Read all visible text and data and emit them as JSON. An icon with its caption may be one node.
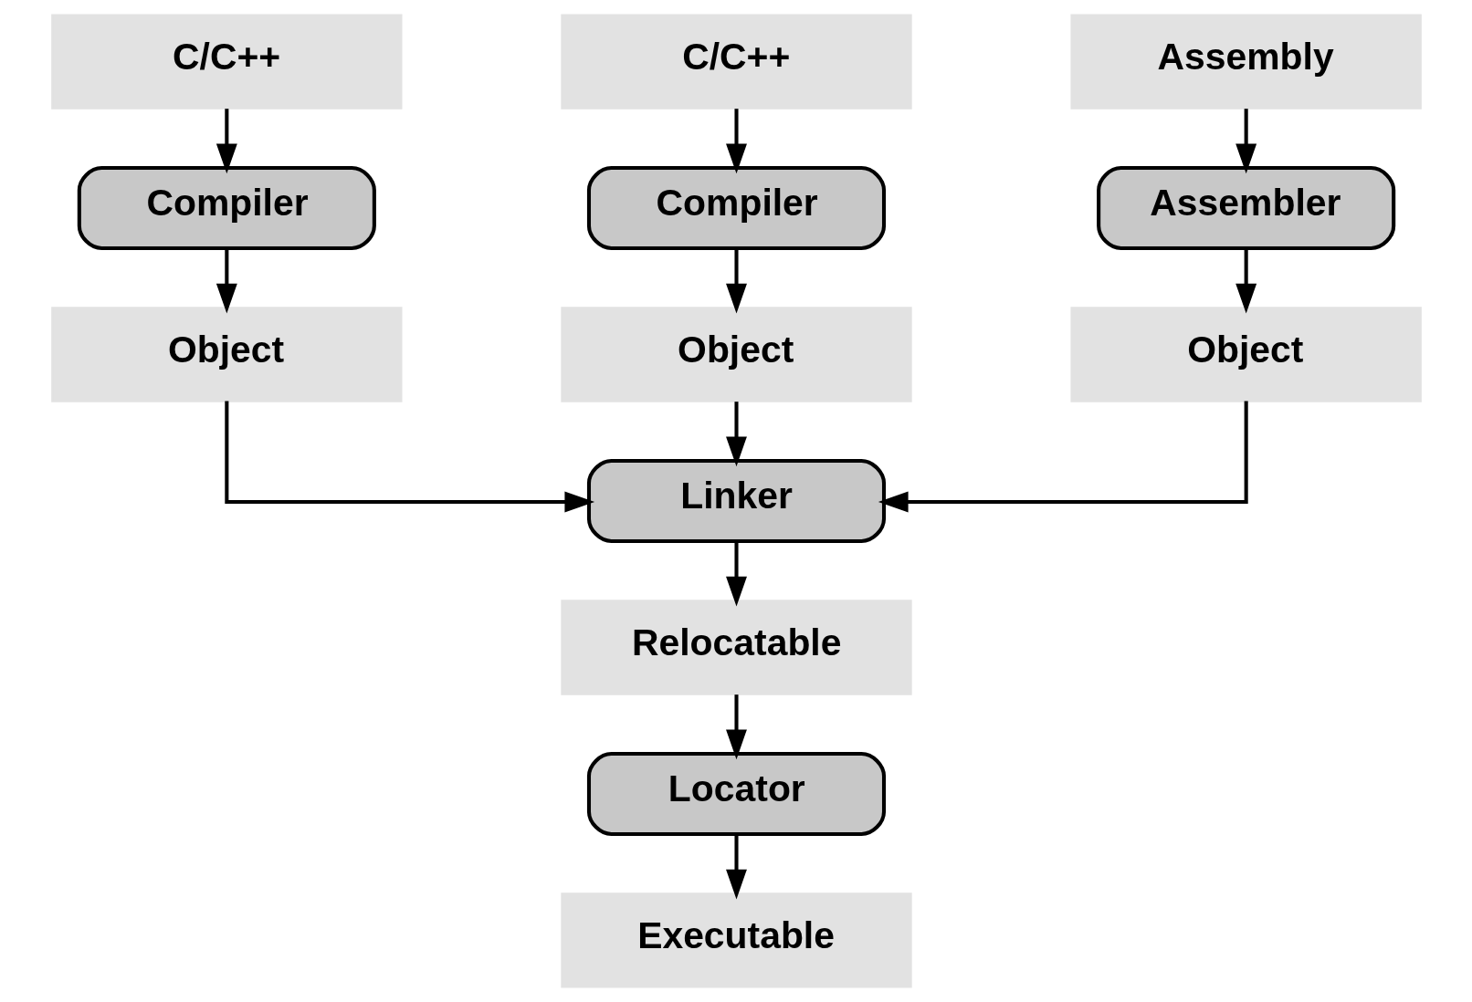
{
  "diagram": {
    "nodes": [
      {
        "text": [
          "C/C++"
        ]
      },
      {
        "text": [
          "C/C++"
        ]
      },
      {
        "text": [
          "Assembly"
        ]
      },
      {
        "text": [
          "Compiler"
        ]
      },
      {
        "text": [
          "Compiler"
        ]
      },
      {
        "text": [
          "Assembler"
        ]
      },
      {
        "text": [
          "Object"
        ]
      },
      {
        "text": [
          "Object"
        ]
      },
      {
        "text": [
          "Object"
        ]
      },
      {
        "text": [
          "Linker"
        ]
      },
      {
        "text": [
          "Relocatable"
        ]
      },
      {
        "text": [
          "Locator"
        ]
      },
      {
        "text": [
          "Executable"
        ]
      }
    ],
    "edges": [
      {
        "from": 0,
        "to": 3,
        "arrow": "to"
      },
      {
        "from": 1,
        "to": 4,
        "arrow": "to"
      },
      {
        "from": 2,
        "to": 5,
        "arrow": "to"
      },
      {
        "from": 3,
        "to": 6,
        "arrow": "to"
      },
      {
        "from": 4,
        "to": 7,
        "arrow": "to"
      },
      {
        "from": 5,
        "to": 8,
        "arrow": "to"
      },
      {
        "from": 6,
        "to": 9,
        "arrow": "to"
      },
      {
        "from": 7,
        "to": 9,
        "arrow": "to"
      },
      {
        "from": 8,
        "to": 9,
        "arrow": "to"
      },
      {
        "from": 9,
        "to": 10,
        "arrow": "to"
      },
      {
        "from": 10,
        "to": 11,
        "arrow": "to"
      },
      {
        "from": 11,
        "to": 12,
        "arrow": "to"
      }
    ]
  }
}
